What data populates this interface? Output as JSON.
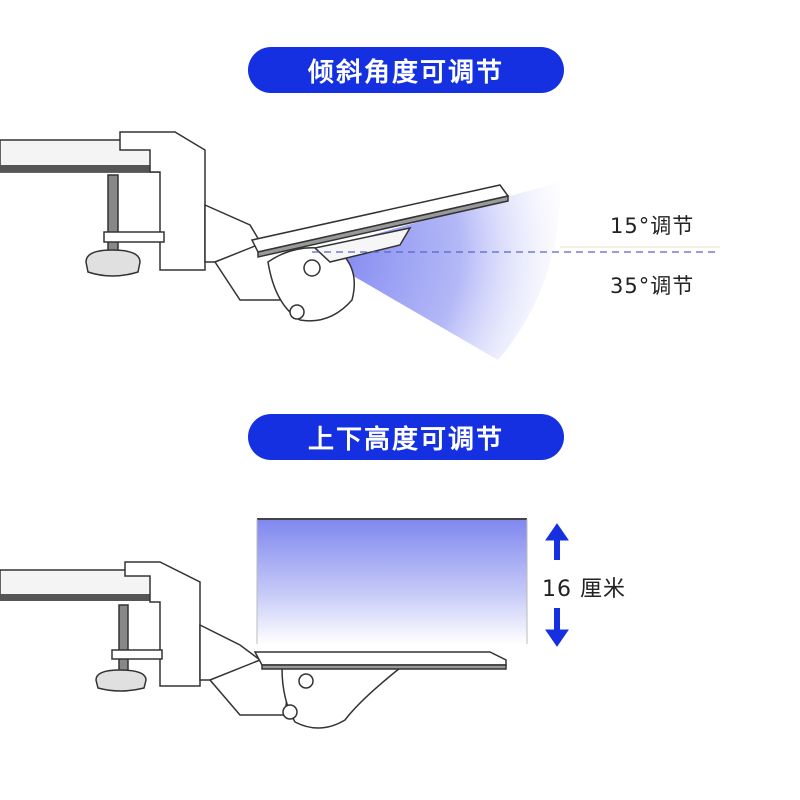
{
  "sections": {
    "tilt": {
      "title": "倾斜角度可调节",
      "upper_label": "15°调节",
      "lower_label": "35°调节",
      "colors": {
        "accent": "#1430e0",
        "sweep": "#7b84f0"
      }
    },
    "height": {
      "title": "上下高度可调节",
      "range_label": "16 厘米",
      "colors": {
        "accent": "#1430e0",
        "sweep": "#8a92f0"
      }
    }
  },
  "icons": {
    "arrow": "double-headed-vertical-arrow-icon"
  }
}
